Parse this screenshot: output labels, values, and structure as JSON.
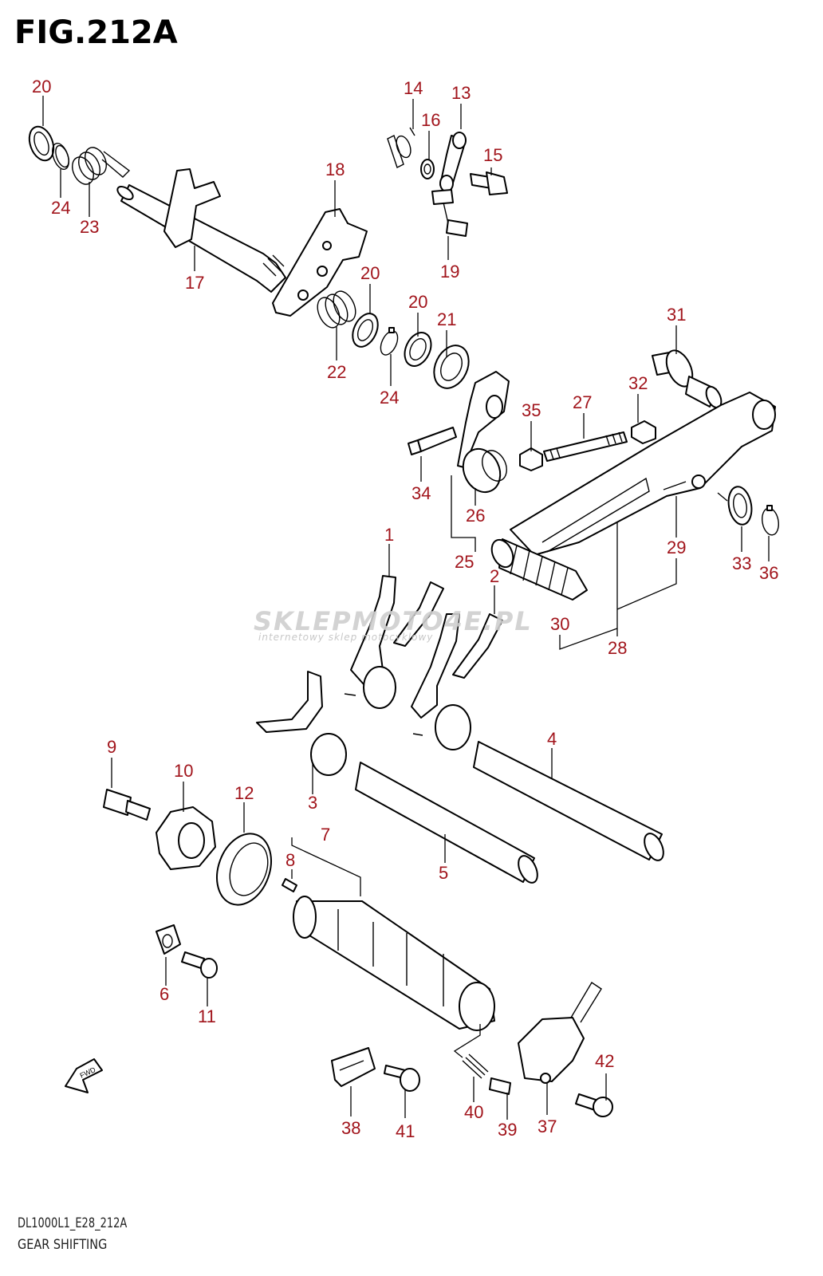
{
  "figure": {
    "title": "FIG.212A",
    "code": "DL1000L1_E28_212A",
    "name": "GEAR SHIFTING"
  },
  "watermark": {
    "main_pre": "SKLEP",
    "main_post": "MOTO4E.PL",
    "sub": "internetowy sklep motocyklowy"
  },
  "direction_label": "FWD",
  "callouts": [
    "1",
    "2",
    "3",
    "4",
    "5",
    "6",
    "7",
    "8",
    "9",
    "10",
    "11",
    "12",
    "13",
    "14",
    "15",
    "16",
    "17",
    "18",
    "19",
    "20",
    "20",
    "20",
    "21",
    "22",
    "23",
    "24",
    "24",
    "25",
    "26",
    "27",
    "28",
    "29",
    "30",
    "31",
    "32",
    "33",
    "34",
    "35",
    "36",
    "37",
    "38",
    "39",
    "40",
    "41",
    "42"
  ],
  "colors": {
    "callout": "#a1141b",
    "line": "#000000",
    "watermark": "#cfcfcf"
  }
}
